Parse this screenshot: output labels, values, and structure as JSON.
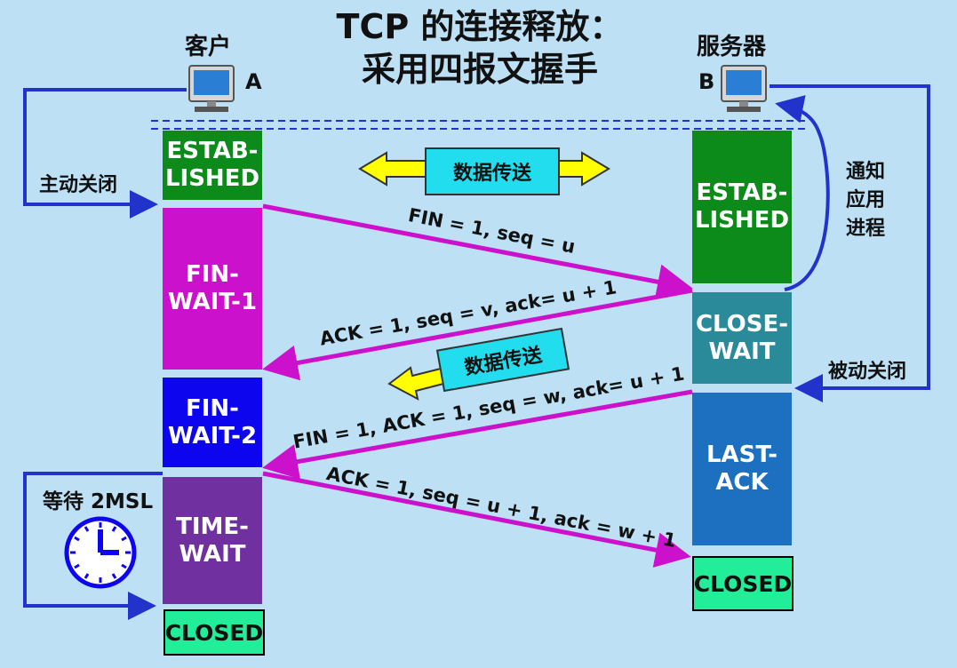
{
  "title": {
    "line1": "TCP 的连接释放：",
    "line2": "采用四报文握手"
  },
  "client": {
    "name": "客户",
    "tag": "A"
  },
  "server": {
    "name": "服务器",
    "tag": "B"
  },
  "client_states": [
    "ESTAB-\nLISHED",
    "FIN-\nWAIT-1",
    "FIN-\nWAIT-2",
    "TIME-\nWAIT"
  ],
  "server_states": [
    "ESTAB-\nLISHED",
    "CLOSE-\nWAIT",
    "LAST-\nACK"
  ],
  "closed_label": "CLOSED",
  "labels": {
    "active_close": "主动关闭",
    "passive_close": "被动关闭",
    "notify_app": "通知\n应用\n进程",
    "wait_2msl": "等待 2MSL",
    "data_transfer": "数据传送"
  },
  "messages": [
    "FIN = 1, seq = u",
    "ACK = 1, seq = v, ack= u + 1",
    "FIN = 1, ACK = 1, seq = w, ack= u + 1",
    "ACK = 1, seq = u + 1, ack = w + 1"
  ],
  "colors": {
    "established": "#0c8a1a",
    "fin_wait_1": "#cc11cc",
    "fin_wait_2": "#0d05ee",
    "time_wait": "#7030a0",
    "close_wait": "#2b8a9a",
    "last_ack": "#1d6fc0",
    "closed": "#22ee99",
    "arrow_message": "#cc11cc",
    "arrow_control": "#2233cc"
  }
}
